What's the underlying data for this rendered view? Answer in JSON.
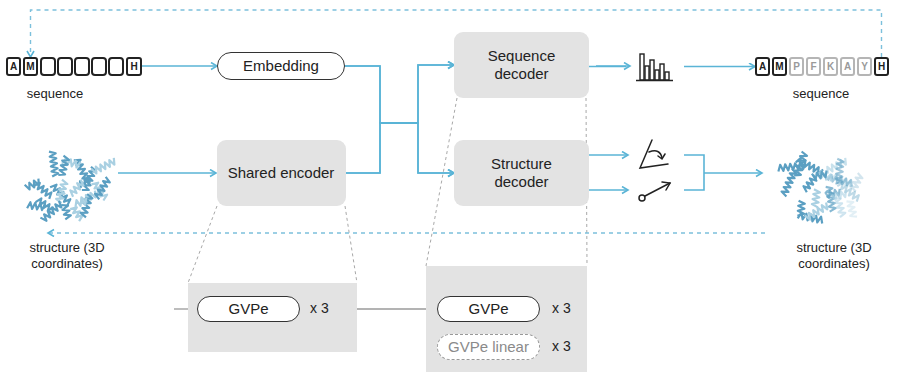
{
  "diagram": {
    "nodes": [
      {
        "text": [
          "A"
        ]
      },
      {
        "text": [
          "M"
        ]
      },
      {
        "text": [
          "H"
        ]
      },
      {
        "text": [
          "Embedding"
        ]
      },
      {
        "text": [
          "Shared encoder"
        ]
      },
      {
        "text": [
          "Sequence decoder"
        ]
      },
      {
        "text": [
          "Structure decoder"
        ]
      },
      {
        "text": [
          "A"
        ]
      },
      {
        "text": [
          "M"
        ]
      },
      {
        "text": [
          "P"
        ]
      },
      {
        "text": [
          "F"
        ]
      },
      {
        "text": [
          "K"
        ]
      },
      {
        "text": [
          "A"
        ]
      },
      {
        "text": [
          "Y"
        ]
      },
      {
        "text": [
          "H"
        ]
      },
      {
        "text": [
          "x 3"
        ]
      },
      {
        "text": [
          "GVPe"
        ],
        "in": 15
      },
      {
        "text": [
          "x 3",
          "x 3"
        ]
      },
      {
        "text": [
          "GVPe"
        ],
        "in": 17
      },
      {
        "text": [
          "GVPe linear"
        ],
        "in": 17
      }
    ],
    "edges": [
      {
        "from": 2,
        "to": 3,
        "arrow": "to"
      },
      {
        "from": 3,
        "to": 5,
        "arrow": "to"
      },
      {
        "from": 3,
        "to": 6,
        "arrow": "to"
      },
      {
        "from": 4,
        "to": 5,
        "arrow": "to"
      },
      {
        "from": 4,
        "to": 6,
        "arrow": "to"
      },
      {
        "from": 5,
        "to": 7,
        "arrow": "to"
      },
      {
        "from": 14,
        "to": 1,
        "arrow": "to"
      },
      {
        "from": 15,
        "to": 18,
        "arrow": "to"
      },
      {
        "from": 18,
        "to": 19,
        "arrow": "to"
      }
    ],
    "labels": [
      "sequence",
      "structure (3D coordinates)",
      "sequence",
      "structure (3D coordinates)"
    ]
  }
}
